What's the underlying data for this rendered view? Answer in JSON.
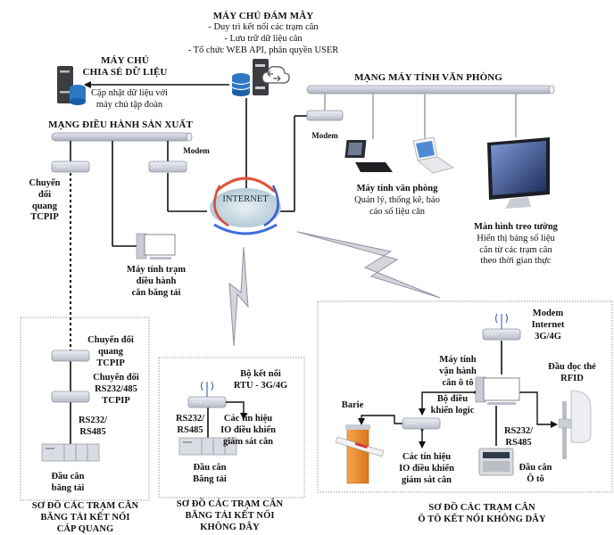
{
  "cloud_server": {
    "title": "MÁY CHỦ ĐÁM MÂY",
    "lines": [
      "- Duy trì kết nối các trạm cân",
      "- Lưu trữ dữ liệu cân",
      "- Tổ chức WEB API, phân quyền USER"
    ]
  },
  "data_server": {
    "title_1": "MÁY CHỦ",
    "title_2": "CHIA SẺ DỮ LIỆU",
    "desc_1": "Cập nhật dữ liệu với",
    "desc_2": "máy chủ tập đoàn"
  },
  "office_network": {
    "title": "MẠNG MÁY TÍNH VĂN PHÒNG",
    "modem_label": "Modem",
    "office_pc": {
      "title": "Máy tính văn phòng",
      "desc": [
        "Quản lý, thống kê, báo",
        "cáo số liệu cân"
      ]
    },
    "wall_display": {
      "title": "Màn hình treo tường",
      "desc": [
        "Hiển thị bảng số liệu",
        "cân từ các trạm cân",
        "theo thời gian thực"
      ]
    }
  },
  "production_network": {
    "title": "MẠNG ĐIỀU HÀNH SẢN XUẤT",
    "modem_label": "Modem",
    "converter_label": [
      "Chuyển",
      "đổi",
      "quang",
      "TCPIP"
    ],
    "station_pc": [
      "Máy tính trạm",
      "điều hành",
      "cân băng tải"
    ]
  },
  "internet": {
    "label": "INTERNET"
  },
  "fiber_station": {
    "converter_optical": [
      "Chuyển đổi",
      "quang",
      "TCPIP"
    ],
    "converter_serial": [
      "Chuyển đổi",
      "RS232/485",
      "TCPIP"
    ],
    "serial_label": [
      "RS232/",
      "RS485"
    ],
    "scale_head": [
      "Đầu cân",
      "băng tải"
    ],
    "caption": [
      "SƠ ĐỒ CÁC TRẠM CÂN",
      "BĂNG TẢI KẾT NỐI",
      "CÁP QUANG"
    ]
  },
  "wireless_conveyor_station": {
    "rtu_label": [
      "Bộ kết nối",
      "RTU - 3G/4G"
    ],
    "serial_label": [
      "RS232/",
      "RS485"
    ],
    "io_label": [
      "Các tín hiệu",
      "IO điều khiển",
      "giám sát cân"
    ],
    "scale_head": [
      "Đầu cân",
      "Băng tải"
    ],
    "caption": [
      "SƠ ĐỒ CÁC TRẠM CÂN",
      "BĂNG TẢI KẾT NỐI",
      "KHÔNG DÂY"
    ]
  },
  "truck_station": {
    "modem_label": [
      "Modem",
      "Internet",
      "3G/4G"
    ],
    "pc_label": [
      "Máy tính",
      "vận hành",
      "cân ô tô"
    ],
    "rfid_label": [
      "Đầu đọc thẻ",
      "RFID"
    ],
    "barrier_label": "Barie",
    "plc_label": [
      "Bộ điều",
      "khiển logic"
    ],
    "io_label": [
      "Các tín hiệu",
      "IO điều khiển",
      "giám sát cân"
    ],
    "serial_label": [
      "RS232/",
      "RS485"
    ],
    "scale_head": [
      "Đầu cân",
      "Ô tô"
    ],
    "caption": [
      "SƠ ĐỒ CÁC TRẠM CÂN",
      "Ô TÔ KẾT NỐI KHÔNG DÂY"
    ]
  }
}
